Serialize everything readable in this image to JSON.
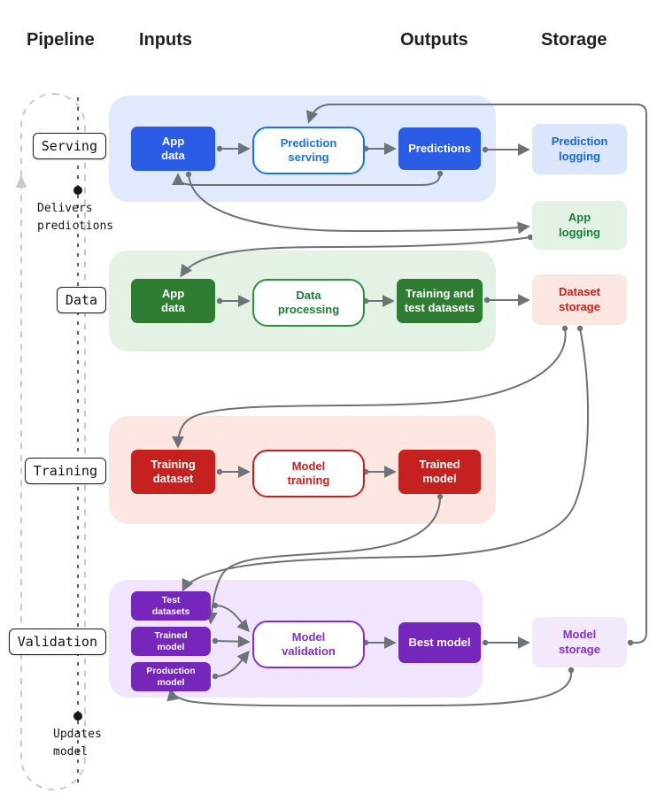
{
  "header": {
    "pipeline": "Pipeline",
    "inputs": "Inputs",
    "outputs": "Outputs",
    "storage": "Storage"
  },
  "rail": {
    "stages": {
      "serving": "Serving",
      "data": "Data",
      "training": "Training",
      "validation": "Validation"
    },
    "delivers_note": "Delivers predictions",
    "updates_note": "Updates model"
  },
  "serving": {
    "app_data": "App data",
    "prediction_serving": "Prediction serving",
    "predictions": "Predictions"
  },
  "data_row": {
    "app_data": "App data",
    "data_processing": "Data processing",
    "training_test_datasets": "Training and test datasets"
  },
  "training_row": {
    "training_dataset": "Training dataset",
    "model_training": "Model training",
    "trained_model": "Trained model"
  },
  "validation_row": {
    "test_datasets": "Test datasets",
    "trained_model": "Trained model",
    "production_model": "Production model",
    "model_validation": "Model validation",
    "best_model": "Best model"
  },
  "storage": {
    "prediction_logging": "Prediction logging",
    "app_logging": "App logging",
    "dataset_storage": "Dataset storage",
    "model_storage": "Model storage"
  },
  "colors": {
    "blue_solid": "#2b5ce5",
    "blue_accent": "#1a73e8",
    "blue_light": "#e1eafc",
    "green_solid": "#2e7d32",
    "green_accent": "#188038",
    "green_light": "#e3f2e4",
    "red_solid": "#c5221f",
    "red_light": "#fbe6e2",
    "purple_solid": "#7627bb",
    "purple_accent": "#8430ce",
    "purple_light": "#f0e5fc",
    "arrow_gray": "#6d7276"
  }
}
